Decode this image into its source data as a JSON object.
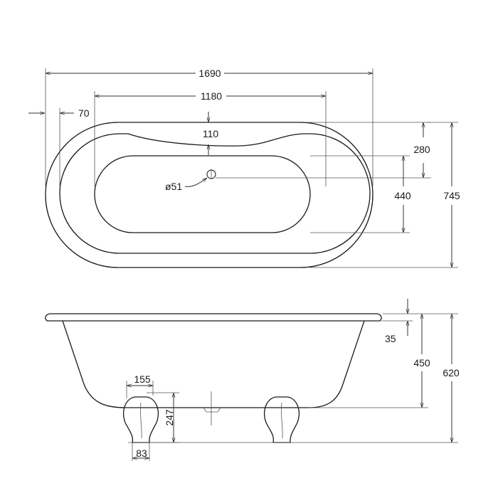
{
  "plan_view": {
    "dim_overall_length": "1690",
    "dim_inner_length": "1180",
    "dim_rim_width": "70",
    "dim_rim_center": "110",
    "dim_waste_diameter": "ø51",
    "dim_rim_to_waste": "280",
    "dim_inner_width": "440",
    "dim_overall_width": "745"
  },
  "side_view": {
    "dim_rim_thickness": "35",
    "dim_inner_depth": "450",
    "dim_overall_height": "620",
    "dim_foot_width": "155",
    "dim_foot_height": "247",
    "dim_foot_base": "83"
  },
  "colors": {
    "waste_marker": "#c0392b"
  }
}
